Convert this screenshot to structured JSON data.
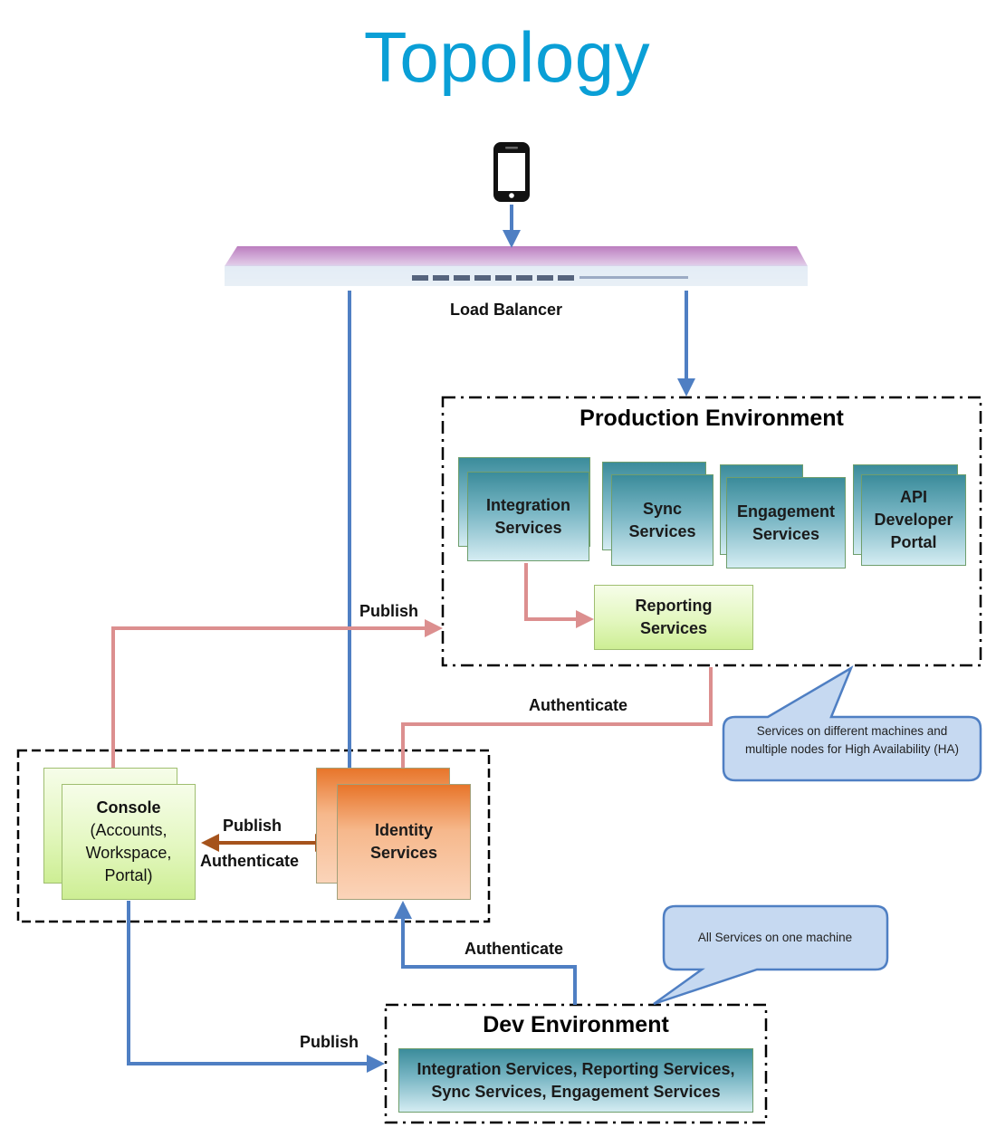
{
  "title": "Topology",
  "load_balancer": {
    "label": "Load Balancer"
  },
  "production": {
    "title": "Production Environment",
    "services": [
      "Integration Services",
      "Sync Services",
      "Engagement Services",
      "API Developer Portal"
    ],
    "reporting": "Reporting Services"
  },
  "identity": {
    "label": "Identity Services"
  },
  "console": {
    "title": "Console",
    "detail": "(Accounts, Workspace, Portal)"
  },
  "dev": {
    "title": "Dev Environment",
    "services_line1": "Integration Services, Reporting Services,",
    "services_line2": "Sync Services, Engagement Services"
  },
  "edges": {
    "publish_to_production": "Publish",
    "authenticate_production": "Authenticate",
    "console_identity_publish": "Publish",
    "console_identity_authenticate": "Authenticate",
    "dev_authenticate": "Authenticate",
    "console_to_dev_publish": "Publish"
  },
  "callouts": {
    "ha": "Services on different machines and multiple nodes for High Availability (HA)",
    "dev": "All Services on one machine"
  },
  "colors": {
    "title": "#0a9fd6",
    "blue_arrow": "#4f7fc3",
    "pink_arrow": "#dc8f8f",
    "brown_arrow": "#a5531c",
    "callout_fill": "#c6d9f1",
    "callout_border": "#4f7fc3"
  }
}
